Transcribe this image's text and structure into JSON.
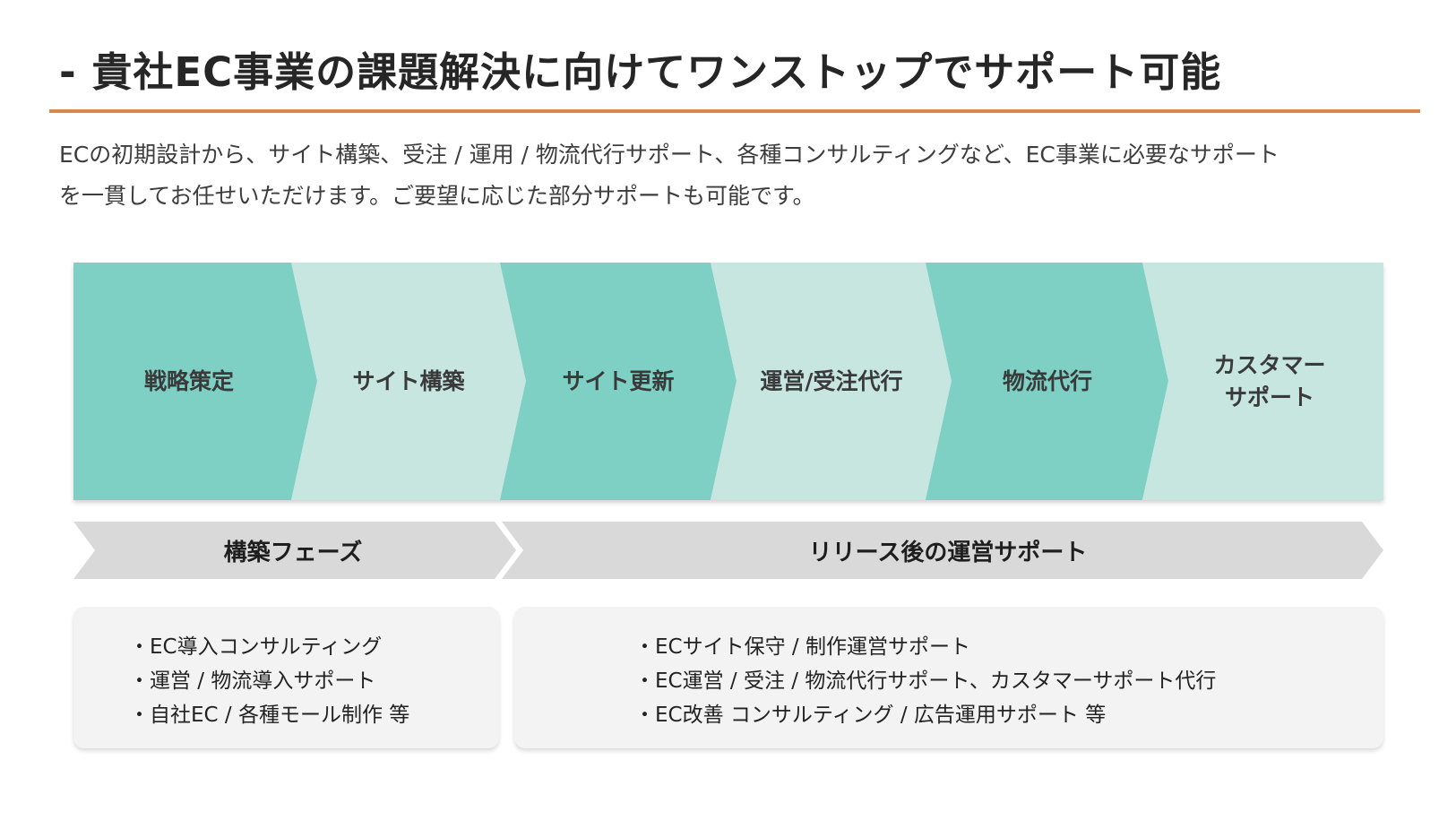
{
  "header": {
    "title": "- 貴社EC事業の課題解決に向けてワンストップでサポート可能",
    "accent_color": "#d8894a"
  },
  "intro": {
    "line1": "ECの初期設計から、サイト構築、受注 / 運用 / 物流代行サポート、各種コンサルティングなど、EC事業に必要なサポート",
    "line2": "を一貫してお任せいただけます。ご要望に応じた部分サポートも可能です。"
  },
  "flow": {
    "dark_color": "#7ecfc4",
    "light_color": "#c7e6e0",
    "steps": [
      {
        "label": "戦略策定"
      },
      {
        "label": "サイト構築"
      },
      {
        "label": "サイト更新"
      },
      {
        "label": "運営/受注代行"
      },
      {
        "label": "物流代行"
      },
      {
        "label_line1": "カスタマー",
        "label_line2": "サポート"
      }
    ]
  },
  "phases": {
    "color": "#d9d9d9",
    "build": {
      "label": "構築フェーズ"
    },
    "operate": {
      "label": "リリース後の運営サポート"
    }
  },
  "cards": {
    "build": {
      "items": [
        "・EC導入コンサルティング",
        "・運営 / 物流導入サポート",
        "・自社EC / 各種モール制作 等"
      ]
    },
    "operate": {
      "items": [
        "・ECサイト保守 / 制作運営サポート",
        "・EC運営 / 受注 / 物流代行サポート、カスタマーサポート代行",
        "・EC改善 コンサルティング / 広告運用サポート 等"
      ]
    }
  }
}
